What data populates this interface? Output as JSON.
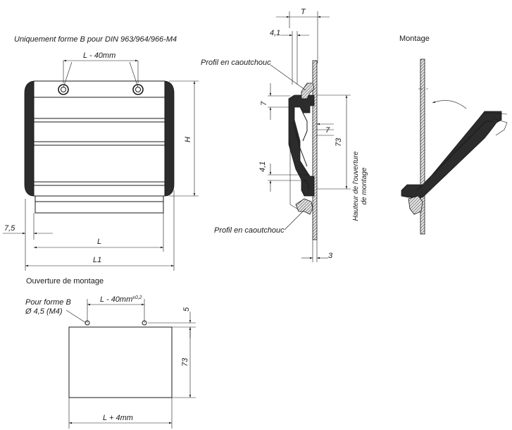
{
  "labels": {
    "form_b_note": "Uniquement forme B pour DIN 963/964/966-M4",
    "hole_spacing_top": "L - 40mm",
    "height_h": "H",
    "offset_7_5": "7,5",
    "length_l": "L",
    "length_l1": "L1",
    "section_t": "T",
    "section_4_1_top": "4,1",
    "rubber_profile_top": "Profil en caoutchouc",
    "section_7_left": "7",
    "section_7_right": "7",
    "section_73": "73",
    "opening_height_line1": "Hauteur de l'ouverture",
    "opening_height_line2": "de montage",
    "section_4_1_bottom": "4,1",
    "rubber_profile_bottom": "Profil en caoutchouc",
    "section_3": "3",
    "montage_title": "Montage",
    "opening_title": "Ouverture de montage",
    "form_b_holes_line1": "Pour forme B",
    "form_b_holes_line2": "Ø 4,5 (M4)",
    "hole_spacing_bottom": "L - 40mm",
    "tolerance": "±0,2",
    "dim_5": "5",
    "dim_73_bottom": "73",
    "opening_width": "L + 4mm"
  }
}
